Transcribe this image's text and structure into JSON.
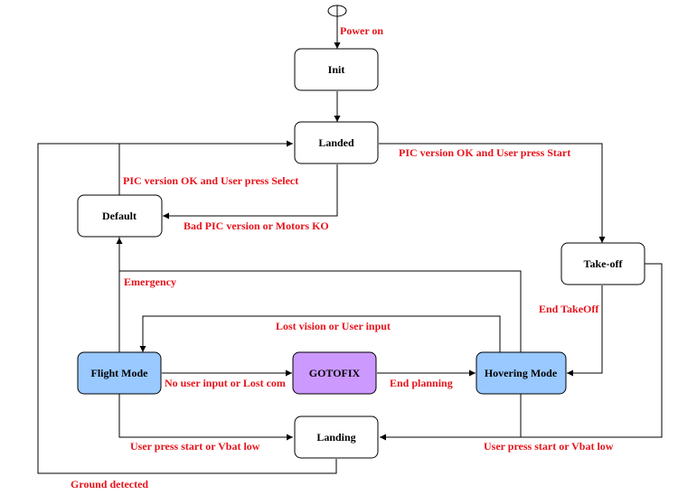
{
  "colors": {
    "label": "#e8131b",
    "node_fill": "#ffffff",
    "node_stroke": "#000000",
    "flight_fill": "#99c9ff",
    "hover_fill": "#99c9ff",
    "goto_fill": "#cc99ff",
    "line": "#000000"
  },
  "states": {
    "init": "Init",
    "landed": "Landed",
    "default": "Default",
    "takeoff": "Take-off",
    "flight": "Flight Mode",
    "gotofix": "GOTOFIX",
    "hovering": "Hovering Mode",
    "landing": "Landing"
  },
  "transitions": {
    "power_on": "Power on",
    "pic_ok_start": "PIC version OK and User press Start",
    "pic_ok_select": "PIC version OK and User press Select",
    "bad_pic": "Bad PIC version or Motors KO",
    "emergency": "Emergency",
    "end_takeoff": "End TakeOff",
    "lost_vision": "Lost vision or User input",
    "no_user_input": "No user input or Lost com",
    "end_planning": "End planning",
    "user_start_vbat_left": "User press start or Vbat low",
    "user_start_vbat_right": "User press start or Vbat low",
    "ground_detected": "Ground detected"
  }
}
